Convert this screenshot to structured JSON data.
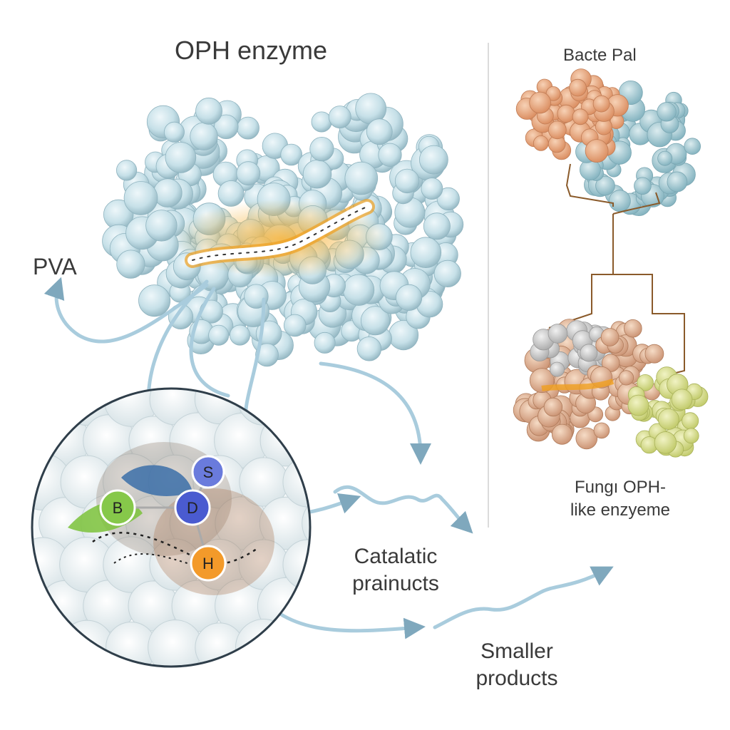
{
  "labels": {
    "title": "OPH enzyme",
    "pva": "PVA",
    "bacterial": "Bacte Pal",
    "fungal_line1": "Fungı OPH-",
    "fungal_line2": "like enzyeme",
    "catalytic_line1": "Catalatic",
    "catalytic_line2": "prainucts",
    "smaller_line1": "Smaller",
    "smaller_line2": "products"
  },
  "residues": [
    {
      "letter": "S",
      "color": "#5c6fd6"
    },
    {
      "letter": "B",
      "color": "#7bc23a"
    },
    {
      "letter": "D",
      "color": "#4a5bd0"
    },
    {
      "letter": "H",
      "color": "#f08a1c"
    }
  ],
  "colors": {
    "protein_main": "#c9e3ea",
    "protein_outline": "#8fb7c2",
    "active_site": "#f0a020",
    "bacterial_orange": "#e8a47a",
    "bacterial_teal": "#9cc8d2",
    "fungal_tan": "#e9b896",
    "fungal_yellow": "#d9e08a",
    "connector": "#8a5a2a",
    "arrow": "#a9ccdd"
  }
}
